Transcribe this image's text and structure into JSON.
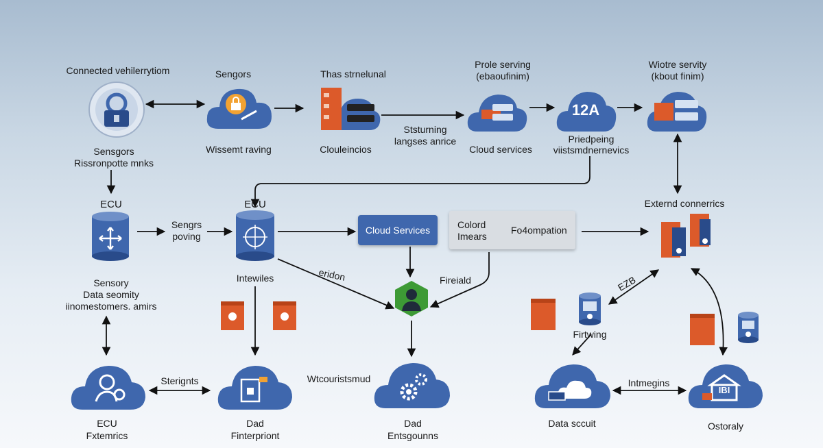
{
  "colors": {
    "blue": "#3f67ad",
    "blue_dark": "#294b8a",
    "orange": "#dc5a2a",
    "green": "#3d9a35",
    "line": "#111111"
  },
  "labels": {
    "connected": "Connected vehilerrytiom",
    "sensors_top": "Sengors",
    "thas": "Thas strnelunal",
    "prole_l1": "Prole serving",
    "prole_l2": "(ebaoufinim)",
    "wiotre_l1": "Wiotre servity",
    "wiotre_l2": "(kbout finim)",
    "wissemt": "Wissemt raving",
    "clouleincios": "Clouleincios",
    "stsurning_l1": "Ststurning",
    "stsurning_l2": "langses anrice",
    "cloud_services_top": "Cloud services",
    "priedpeing_l1": "Priedpeing",
    "priedpeing_l2": "viistsmdnernevics",
    "sensgors_l1": "Sensgors",
    "sensgors_l2": "Rissronpotte mnks",
    "ecu_left": "ECU",
    "ecu_mid": "ECU",
    "sengrs_l1": "Sengrs",
    "sengrs_l2": "poving",
    "cloud_services_box": "Cloud Services",
    "colord_l1": "Colord",
    "colord_l2": "Imears",
    "foformation": "Fo4ompation",
    "externd": "Externd connerrics",
    "sensory_l1": "Sensory",
    "sensory_l2": "Data seomity",
    "sensory_l3": "iinomestomers. amirs",
    "intewiles": "Intewiles",
    "eridon": "eridon",
    "fireiald": "Fireiald",
    "ezb": "EZB",
    "firtwing": "Firtwing",
    "sterignts": "Sterignts",
    "wtcourist": "Wtcouristsmud",
    "intmegins": "Intmegins",
    "ecu_bottom_l1": "ECU",
    "ecu_bottom_l2": "Fxtemrics",
    "dad1_l1": "Dad",
    "dad1_l2": "Finterpriont",
    "dad2_l1": "Dad",
    "dad2_l2": "Entsgounns",
    "data_scout": "Data sccuit",
    "ostoraly": "Ostoraly",
    "badge_12a": "12A",
    "building_sign": "IBI"
  }
}
